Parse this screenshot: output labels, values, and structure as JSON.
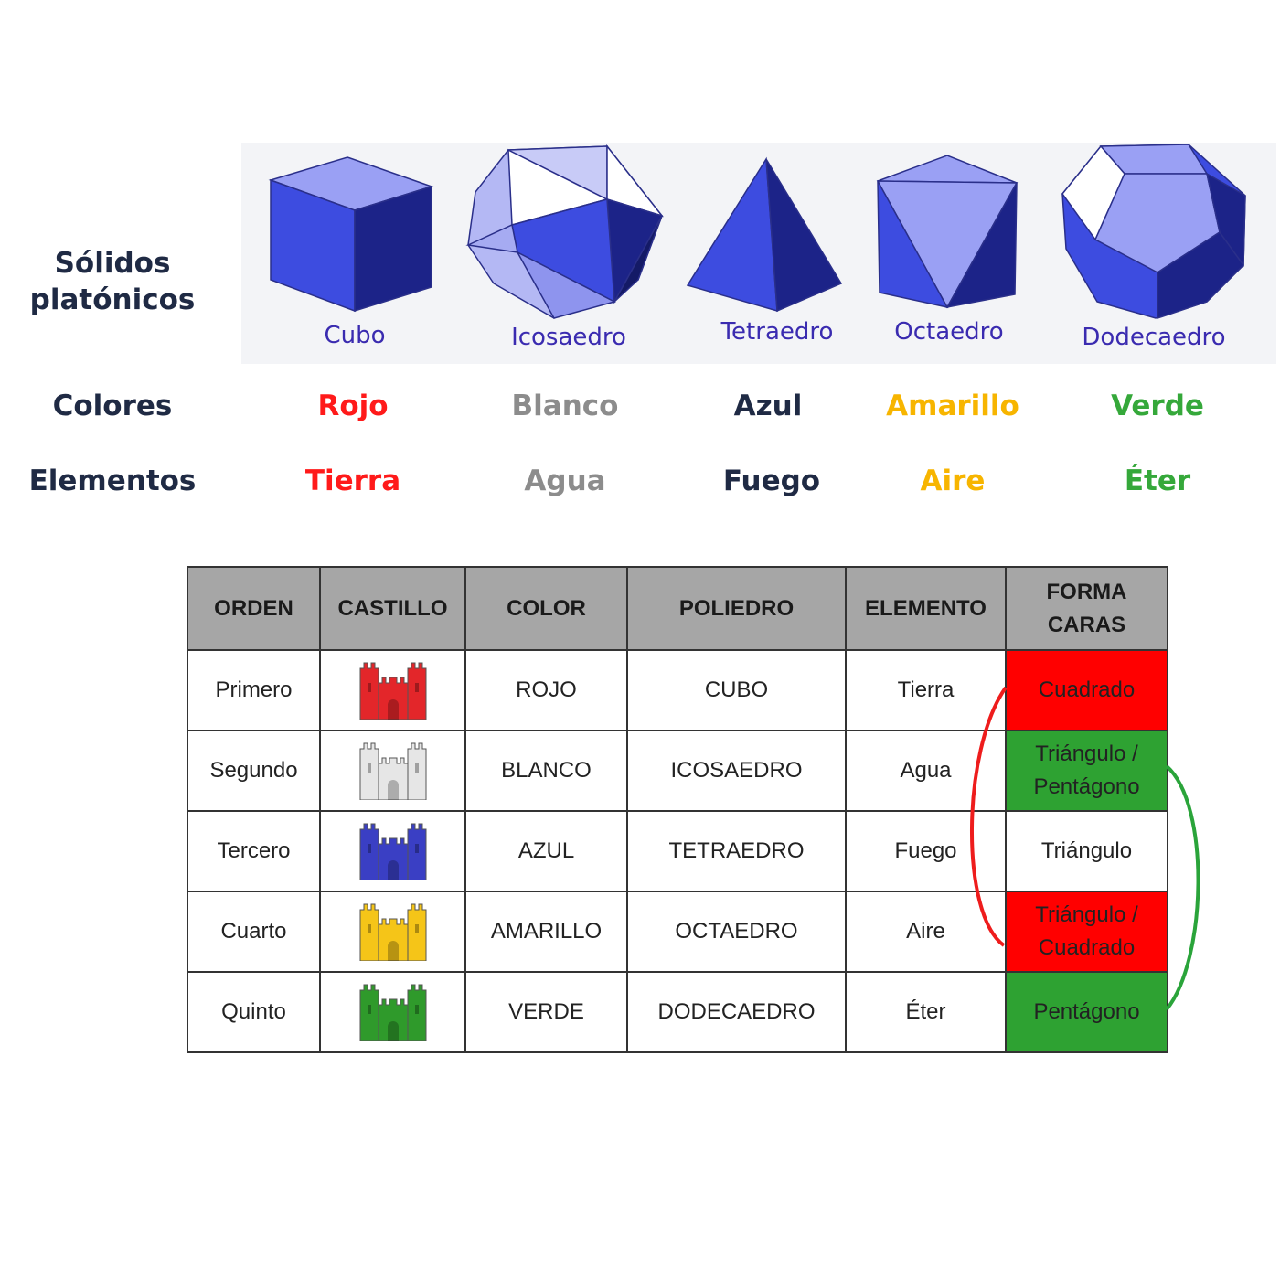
{
  "labels": {
    "solidos": "Sólidos platónicos",
    "colores": "Colores",
    "elementos": "Elementos"
  },
  "solids": [
    {
      "name": "Cubo",
      "color_word": "Rojo",
      "color_hex": "#ff1a1a",
      "element": "Tierra"
    },
    {
      "name": "Icosaedro",
      "color_word": "Blanco",
      "color_hex": "#8c8c8c",
      "element": "Agua"
    },
    {
      "name": "Tetraedro",
      "color_word": "Azul",
      "color_hex": "#1f2a44",
      "element": "Fuego"
    },
    {
      "name": "Octaedro",
      "color_word": "Amarillo",
      "color_hex": "#f7b500",
      "element": "Aire"
    },
    {
      "name": "Dodecaedro",
      "color_word": "Verde",
      "color_hex": "#35a83a",
      "element": "Éter"
    }
  ],
  "table": {
    "headers": [
      "ORDEN",
      "CASTILLO",
      "COLOR",
      "POLIEDRO",
      "ELEMENTO",
      "FORMA CARAS"
    ],
    "rows": [
      {
        "orden": "Primero",
        "castle_color": "#e3262a",
        "color": "ROJO",
        "poliedro": "CUBO",
        "elemento": "Tierra",
        "forma": "Cuadrado",
        "forma_bg": "#ff0000"
      },
      {
        "orden": "Segundo",
        "castle_color": "#e6e6e6",
        "color": "BLANCO",
        "poliedro": "ICOSAEDRO",
        "elemento": "Agua",
        "forma": "Triángulo / Pentágono",
        "forma_bg": "#2ea232"
      },
      {
        "orden": "Tercero",
        "castle_color": "#3a3fc4",
        "color": "AZUL",
        "poliedro": "TETRAEDRO",
        "elemento": "Fuego",
        "forma": "Triángulo",
        "forma_bg": "#ffffff"
      },
      {
        "orden": "Cuarto",
        "castle_color": "#f5c518",
        "color": "AMARILLO",
        "poliedro": "OCTAEDRO",
        "elemento": "Aire",
        "forma": "Triángulo / Cuadrado",
        "forma_bg": "#ff0000"
      },
      {
        "orden": "Quinto",
        "castle_color": "#2f9a2b",
        "color": "VERDE",
        "poliedro": "DODECAEDRO",
        "elemento": "Éter",
        "forma": "Pentágono",
        "forma_bg": "#2ea232"
      }
    ]
  },
  "connectors": {
    "red": "#ee1c1c",
    "green": "#2aa43a"
  }
}
